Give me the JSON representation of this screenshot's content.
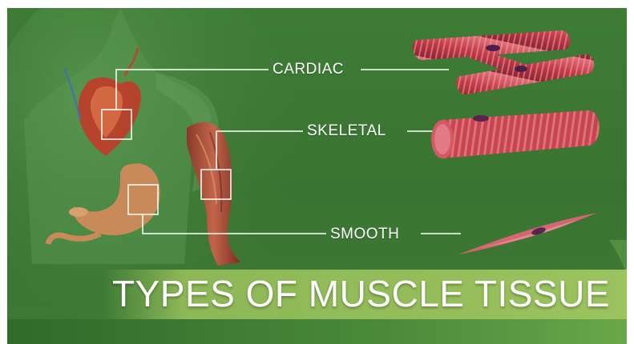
{
  "labels": {
    "cardiac": "CARDIAC",
    "skeletal": "SKELETAL",
    "smooth": "SMOOTH"
  },
  "title": "TYPES OF MUSCLE TISSUE",
  "colors": {
    "background_green": "#3e7d36",
    "title_band": "#9bc35e",
    "muscle_red": "#c8454f",
    "label_white": "#ffffff"
  }
}
